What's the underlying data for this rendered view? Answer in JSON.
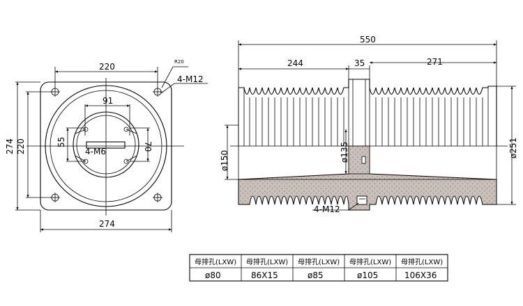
{
  "front_view": {
    "dim_top_width": "220",
    "dim_radius": "R20",
    "dim_bolt_label": "4-M12",
    "dim_left_outer": "274",
    "dim_left_inner": "220",
    "dim_slot_width": "91",
    "dim_slot_left": "55",
    "dim_slot_right": "70",
    "dim_inner_bolts": "4-M6",
    "dim_bottom_width": "274"
  },
  "side_view": {
    "dim_total_length": "550",
    "dim_left_section": "244",
    "dim_mid_flange": "35",
    "dim_right_section": "271",
    "dim_dia_150": "ø150",
    "dim_dia_135": "ø135",
    "dim_dia_251": "ø251",
    "dim_bolt_label": "4-M12"
  },
  "table": {
    "headers": [
      "母排孔(LXW)",
      "母排孔(LXW)",
      "母排孔(LXW)",
      "母排孔(LXW)",
      "母排孔(LXW)"
    ],
    "values": [
      "ø80",
      "86X15",
      "ø85",
      "ø105",
      "106X36"
    ]
  }
}
